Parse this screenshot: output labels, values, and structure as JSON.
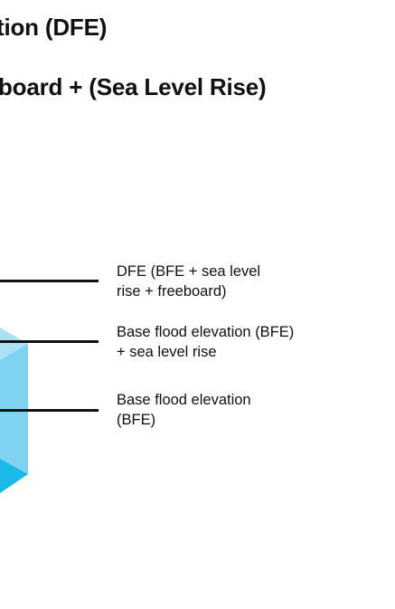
{
  "title": "tion (DFE)",
  "formula": "board + (Sea Level Rise)",
  "labels": {
    "dfe": {
      "line1": "DFE (BFE + sea level",
      "line2": "rise + freeboard)"
    },
    "bfe_slr": {
      "line1": "Base flood elevation (BFE)",
      "line2": "+ sea level rise"
    },
    "bfe": {
      "line1": "Base flood elevation",
      "line2": "(BFE)"
    }
  },
  "colors": {
    "text": "#111111",
    "line": "#111111",
    "water_light": "#8fd8f2",
    "water_mid": "#5fc8ec",
    "water_dark": "#1cb8e6"
  }
}
